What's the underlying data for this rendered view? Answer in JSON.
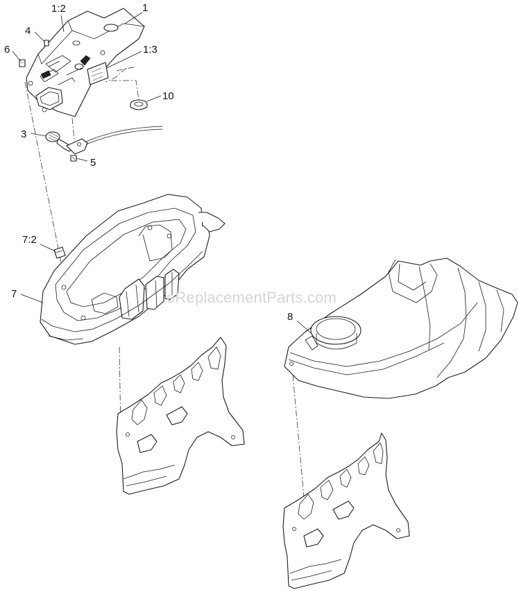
{
  "watermark": "eReplacementParts.com",
  "callouts": {
    "c1": "1",
    "c1_2": "1:2",
    "c1_3": "1:3",
    "c3": "3",
    "c4": "4",
    "c5": "5",
    "c6": "6",
    "c7": "7",
    "c7_2": "7:2",
    "c8": "8",
    "c10": "10"
  }
}
